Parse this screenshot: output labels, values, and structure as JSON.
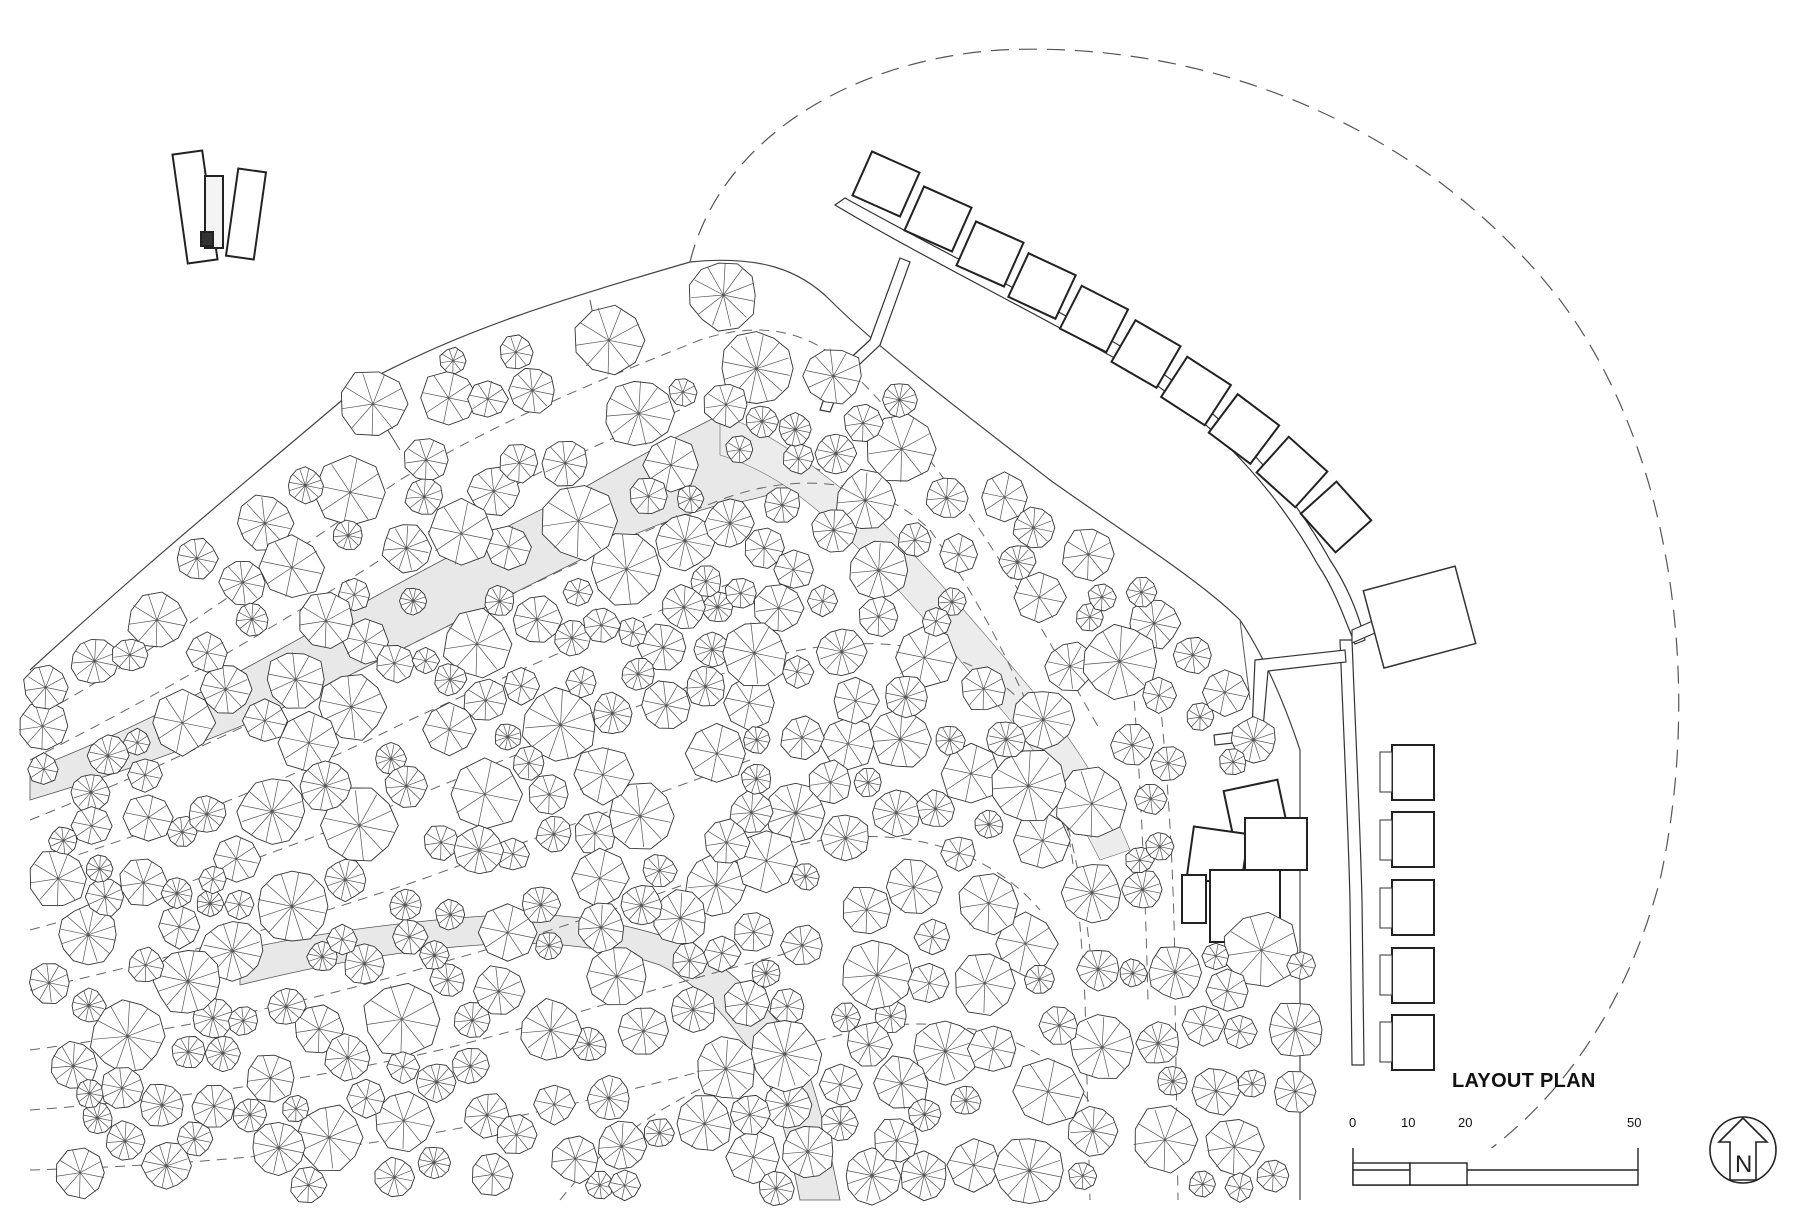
{
  "plan": {
    "title": "LAYOUT PLAN",
    "scale_labels": [
      "0",
      "10",
      "20",
      "50"
    ],
    "north_arrow": "N",
    "colors": {
      "ink": "#2b2b2b",
      "stream": "#e6e6e6"
    }
  }
}
